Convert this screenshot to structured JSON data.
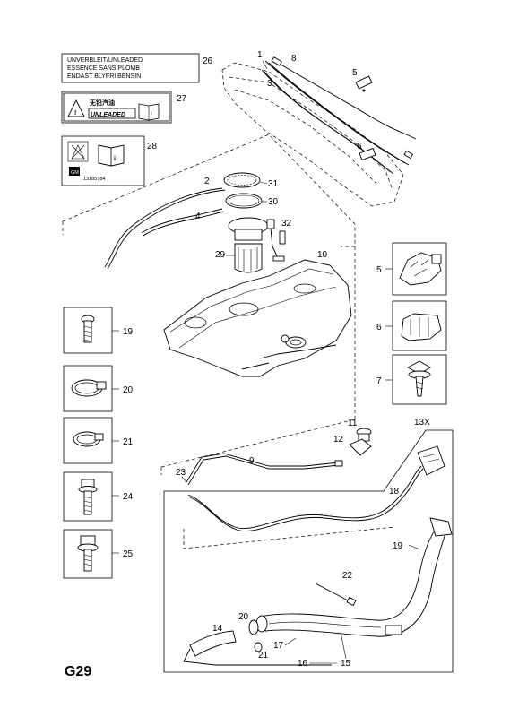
{
  "page_code": "G29",
  "warning_label": {
    "lines": [
      "UNVERBLEIT/UNLEADED",
      "ESSENCE SANS PLOMB",
      "ENDAST BLYFRI BENSIN"
    ]
  },
  "unleaded_label": {
    "chinese": "无铅汽油",
    "english": "UNLEADED"
  },
  "info_label": {
    "part_code": "13185784"
  },
  "callouts": {
    "c1": "1",
    "c2": "2",
    "c3": "3",
    "c4": "4",
    "c5": "5",
    "c6": "6",
    "c8": "8",
    "c9": "9",
    "c10": "10",
    "c11": "11",
    "c12": "12",
    "c13x": "13X",
    "c14": "14",
    "c15": "15",
    "c16": "16",
    "c17": "17",
    "c18": "18",
    "c19": "19",
    "c20": "20",
    "c21": "21",
    "c22": "22",
    "c23": "23",
    "c26": "26",
    "c27": "27",
    "c28": "28",
    "c29": "29",
    "c30": "30",
    "c31": "31",
    "c32": "32"
  },
  "left_boxes": [
    {
      "num": "19",
      "icon": "screw-icon"
    },
    {
      "num": "20",
      "icon": "hose-clamp-icon"
    },
    {
      "num": "21",
      "icon": "hose-clamp-icon"
    },
    {
      "num": "24",
      "icon": "flange-bolt-icon"
    },
    {
      "num": "25",
      "icon": "flange-bolt-icon"
    }
  ],
  "right_boxes": [
    {
      "num": "5",
      "icon": "pipe-clip-icon"
    },
    {
      "num": "6",
      "icon": "pipe-clip-icon"
    },
    {
      "num": "7",
      "icon": "clip-screw-icon"
    }
  ]
}
